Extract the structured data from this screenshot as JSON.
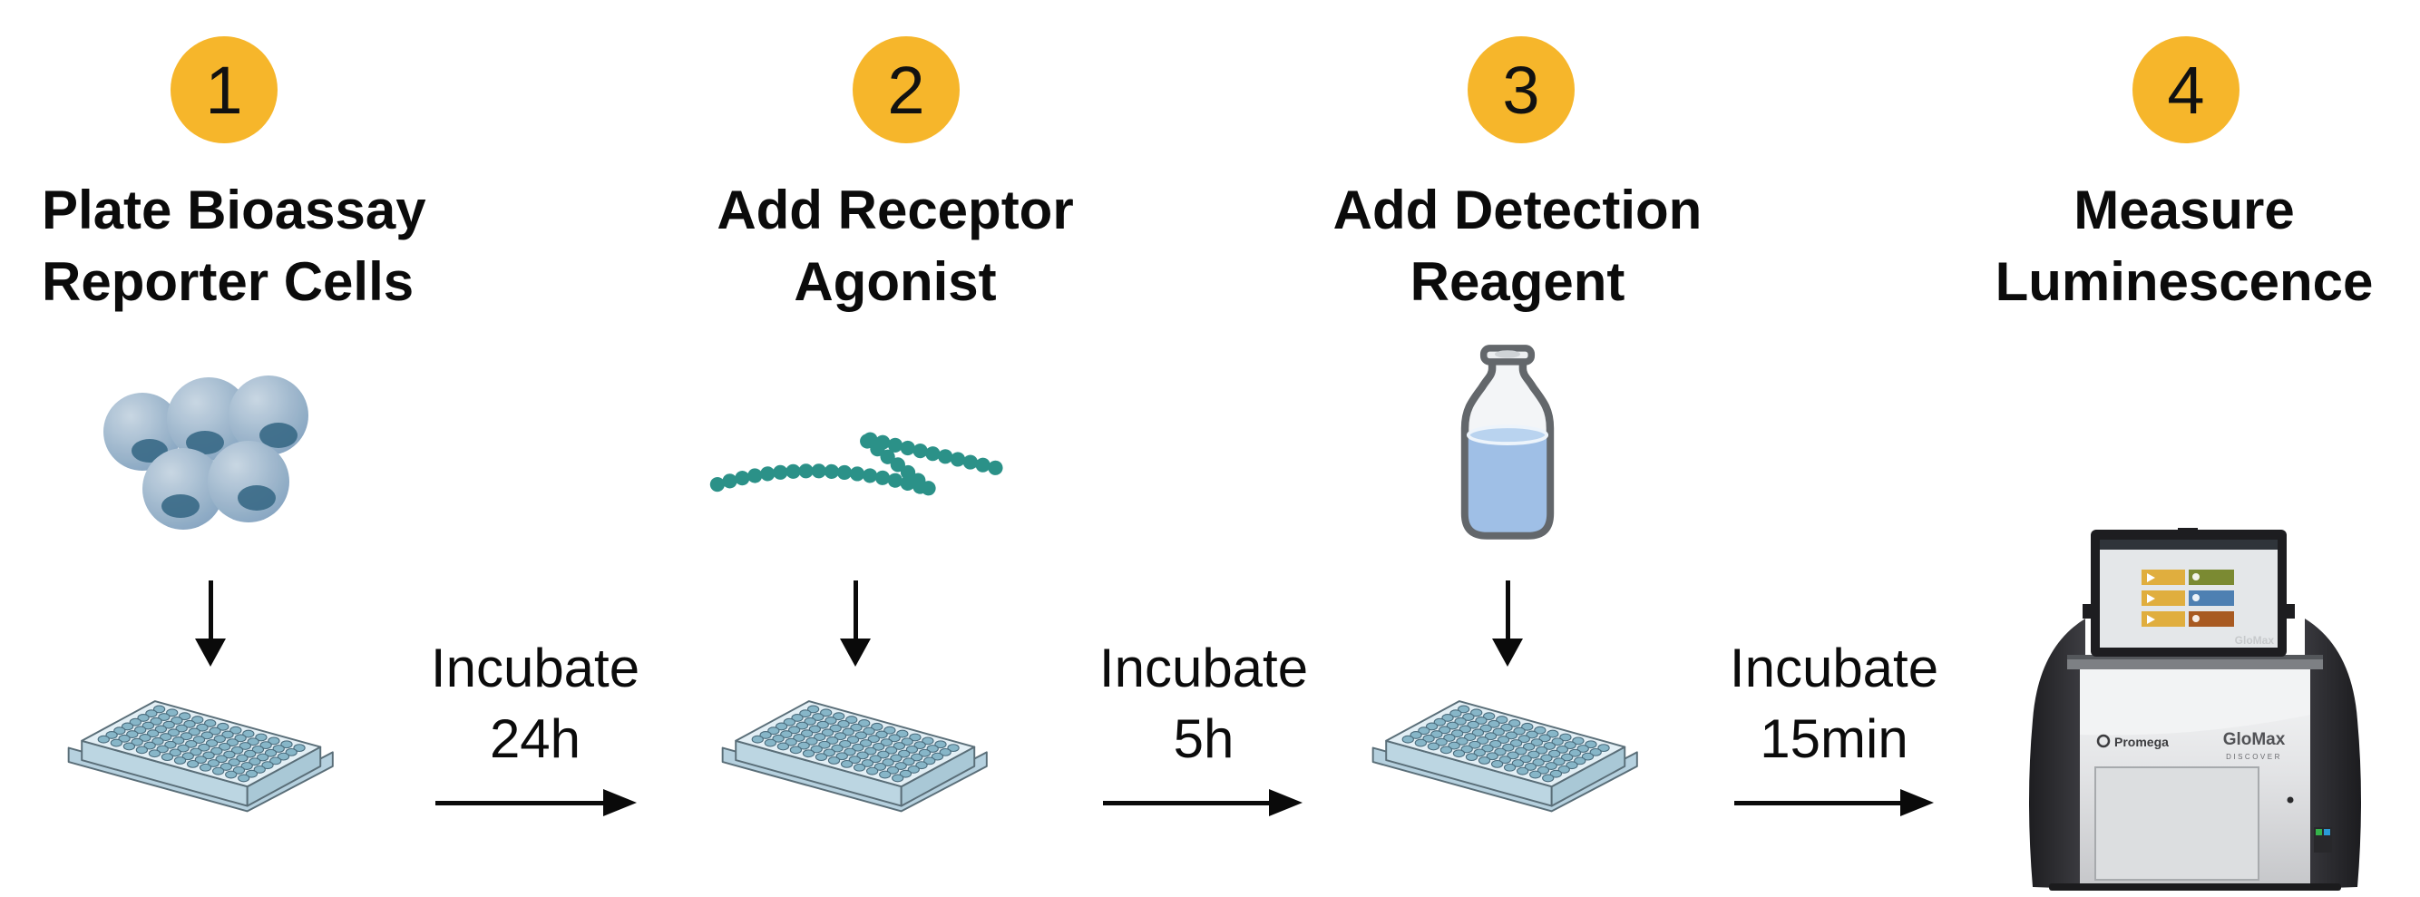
{
  "colors": {
    "accent_yellow": "#F6B62B",
    "bead_teal": "#2B9188",
    "plate_blue": "#CFE3EE",
    "liquid_blue": "#9FBFE6",
    "cell_blue": "#8FA9C4"
  },
  "steps": [
    {
      "number": "1",
      "title": [
        "Plate Bioassay",
        "Reporter Cells"
      ],
      "icon": "reporter-cells"
    },
    {
      "number": "2",
      "title": [
        "Add Receptor",
        "Agonist"
      ],
      "icon": "receptor-agonist-chain"
    },
    {
      "number": "3",
      "title": [
        "Add Detection",
        "Reagent"
      ],
      "icon": "reagent-bottle"
    },
    {
      "number": "4",
      "title": [
        "Measure",
        "Luminescence"
      ],
      "icon": "plate-reader"
    }
  ],
  "connectors": [
    {
      "line1": "Incubate",
      "line2": "24h"
    },
    {
      "line1": "Incubate",
      "line2": "5h"
    },
    {
      "line1": "Incubate",
      "line2": "15min"
    }
  ],
  "instrument": {
    "brand": "Promega",
    "model": "GloMax",
    "submodel": "DISCOVER"
  }
}
